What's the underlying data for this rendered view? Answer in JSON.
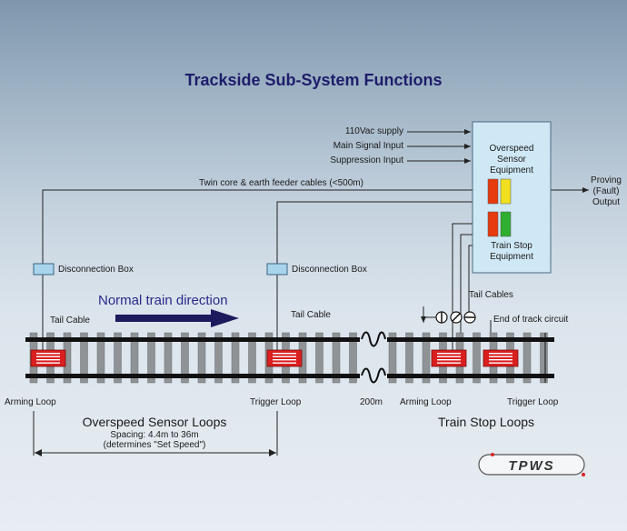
{
  "title": "Trackside Sub-System Functions",
  "inputs": {
    "supply": "110Vac supply",
    "main_signal": "Main Signal Input",
    "suppression": "Suppression Input"
  },
  "feeder_cables": "Twin core & earth feeder cables (<500m)",
  "equipment": {
    "overspeed": "Overspeed\nSensor\nEquipment",
    "train_stop": "Train Stop\nEquipment",
    "light_colors": [
      "#e63a0f",
      "#f0e020",
      "#e63a0f",
      "#2fae2f"
    ]
  },
  "proving_output": "Proving\n(Fault)\nOutput",
  "disconnection_box_1": "Disconnection Box",
  "disconnection_box_2": "Disconnection Box",
  "direction": "Normal train direction",
  "tail_cable_1": "Tail Cable",
  "tail_cable_2": "Tail Cable",
  "tail_cables": "Tail Cables",
  "end_of_track": "End of track circuit",
  "loops": {
    "arming_1": "Arming Loop",
    "trigger_1": "Trigger Loop",
    "distance": "200m",
    "arming_2": "Arming Loop",
    "trigger_2": "Trigger Loop"
  },
  "overspeed_loops": {
    "title": "Overspeed Sensor Loops",
    "spacing": "Spacing: 4.4m to 36m",
    "note": "(determines \"Set Speed\")"
  },
  "train_stop_loops": "Train Stop Loops",
  "logo": "TPWS",
  "colors": {
    "title": "#1e1d6b",
    "arrow": "#1e1a5e",
    "equipment_box": "#cfe8f5",
    "loop": "#d91f1f"
  }
}
